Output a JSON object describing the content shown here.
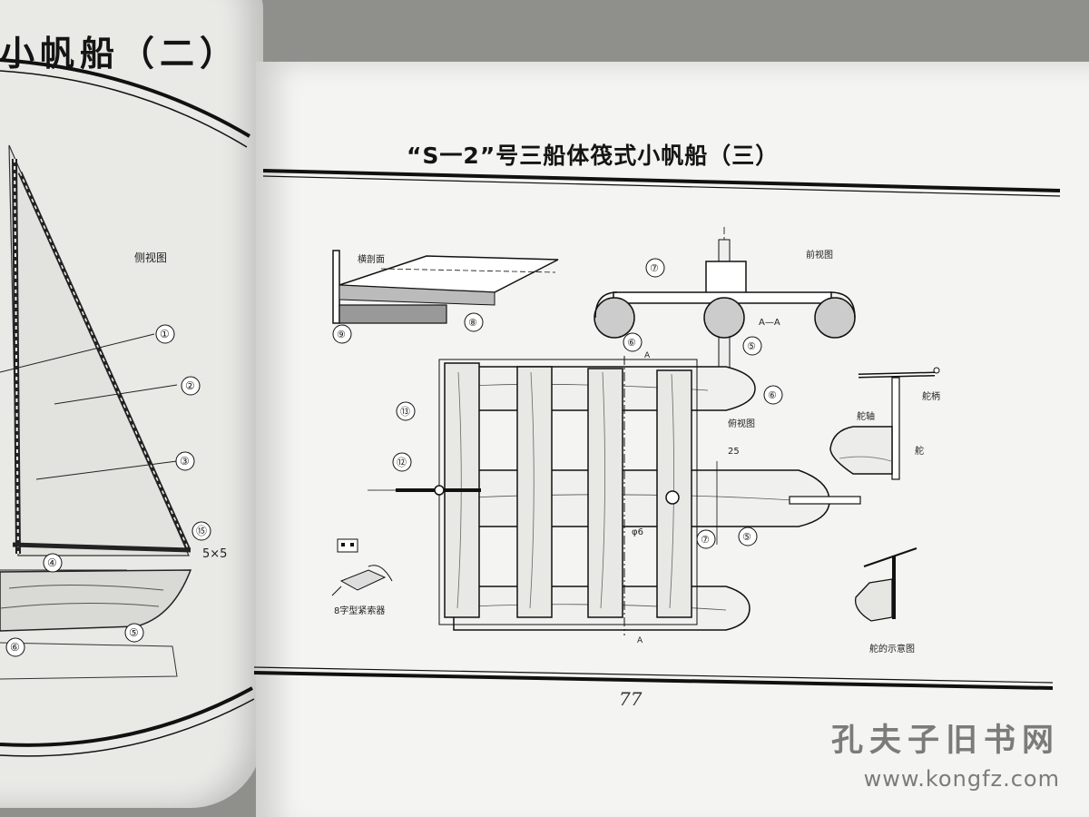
{
  "left_page": {
    "title": "小帆船（二）",
    "view_label": "侧视图",
    "dimension": "5×5",
    "callouts": [
      "①",
      "②",
      "③",
      "④",
      "⑤",
      "⑥",
      "⑮"
    ]
  },
  "right_page": {
    "title": "“S一2”号三船体筏式小帆船（三）",
    "page_number": "77",
    "labels": {
      "cross_section": "横剖面",
      "front_view": "前视图",
      "section_aa": "A—A",
      "top_view": "俯视图",
      "dim_25": "25",
      "phi6": "φ6",
      "tiller": "舵柄",
      "rudder_shaft": "舵轴",
      "rudder": "舵",
      "clamp": "8字型紧索器",
      "rudder_diagram": "舵的示意图",
      "section_mark": "A"
    },
    "callouts": [
      "⑦",
      "⑧",
      "⑨",
      "⑥",
      "⑤",
      "⑬",
      "⑫",
      "⑦",
      "⑤",
      "⑥"
    ]
  },
  "watermark": {
    "line1": "孔夫子旧书网",
    "line2": "www.kongfz.com"
  }
}
